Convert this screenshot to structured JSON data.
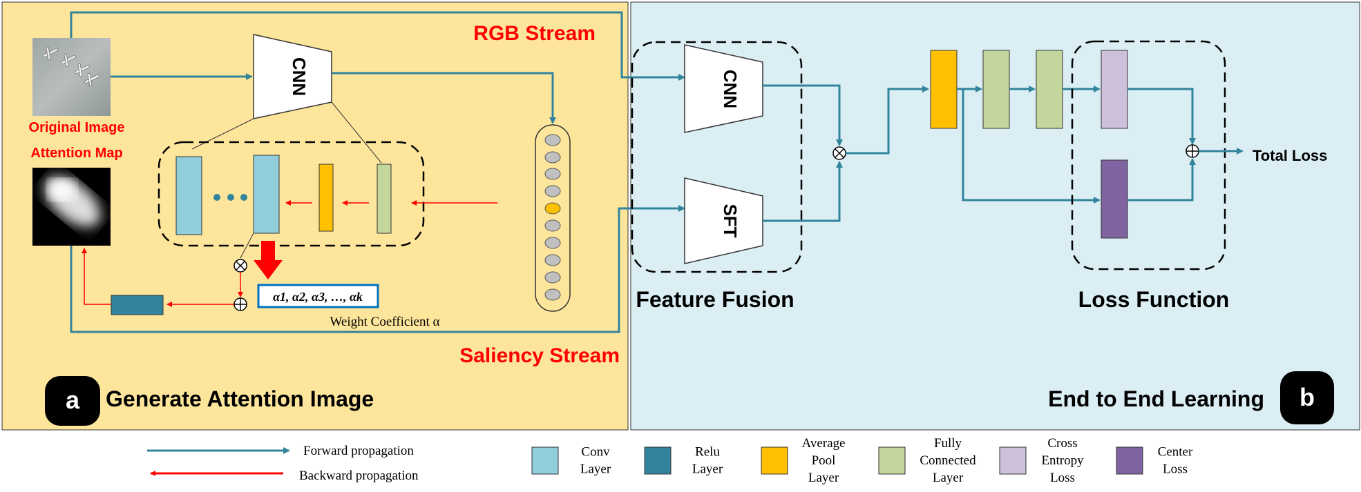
{
  "panels": {
    "left": {
      "badge": "a",
      "title": "Generate Attention Image",
      "bg": "#fde69b"
    },
    "right": {
      "badge": "b",
      "title": "End to End Learning",
      "bg": "#dbeef4"
    }
  },
  "streams": {
    "rgb": "RGB Stream",
    "saliency": "Saliency Stream"
  },
  "left_labels": {
    "original_image": "Original Image",
    "attention_map": "Attention Map",
    "cnn": "CNN",
    "alpha_list": "α1, α2, α3, …, αk",
    "weight_coefficient": "Weight Coefficient α"
  },
  "right_labels": {
    "cnn": "CNN",
    "sft": "SFT",
    "feature_fusion": "Feature Fusion",
    "loss_function": "Loss Function",
    "total_loss": "Total Loss"
  },
  "colors": {
    "forward": "#31849b",
    "backward": "#ff0000",
    "conv": "#92cddc",
    "relu": "#31849b",
    "avgpool": "#ffc000",
    "fc": "#c3d69b",
    "ce": "#ccc0da",
    "center": "#8064a2"
  },
  "legend": {
    "forward": "Forward propagation",
    "backward": "Backward propagation",
    "items": [
      {
        "key": "conv",
        "lines": [
          "Conv",
          "Layer"
        ]
      },
      {
        "key": "relu",
        "lines": [
          "Relu",
          "Layer"
        ]
      },
      {
        "key": "avgpool",
        "lines": [
          "Average",
          "Pool",
          "Layer"
        ]
      },
      {
        "key": "fc",
        "lines": [
          "Fully",
          "Connected",
          "Layer"
        ]
      },
      {
        "key": "ce",
        "lines": [
          "Cross",
          "Entropy",
          "Loss"
        ]
      },
      {
        "key": "center",
        "lines": [
          "Center",
          "Loss"
        ]
      }
    ]
  }
}
